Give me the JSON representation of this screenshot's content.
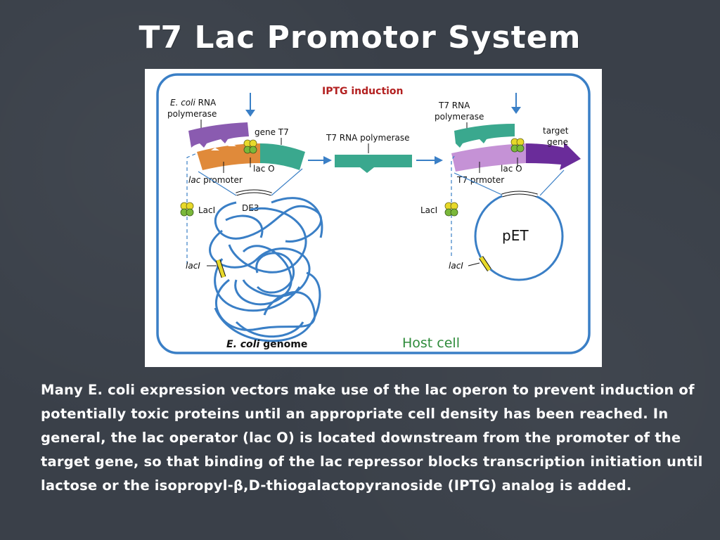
{
  "slide": {
    "title": "T7 Lac Promotor System",
    "caption": "Many E. coli expression vectors make use of the lac operon to prevent induction of potentially toxic proteins until an appropriate cell density has been reached. In general, the lac operator (lac O) is located downstream from the promoter of the target gene, so that binding of the lac repressor blocks transcription initiation until lactose or the isopropyl-β,D-thiogalactopyranoside (IPTG) analog is added."
  },
  "diagram": {
    "iptg_induction": "IPTG induction",
    "ecoli_rna_pol_1": "E. coli",
    "ecoli_rna_pol_2": " RNA",
    "ecoli_rna_pol_3": "polymerase",
    "gene_t7": "gene T7",
    "lac_o_left": "lac O",
    "lac_promoter_1": "lac",
    "lac_promoter_2": " promoter",
    "de3": "DE3",
    "laci_left": "LacI",
    "laci_gene_left": "lacI",
    "ecoli_genome_1": "E. coli",
    "ecoli_genome_2": "  genome",
    "t7_rna_polymerase_mid": "T7 RNA polymerase",
    "t7_rna_pol_right_1": "T7 RNA",
    "t7_rna_pol_right_2": "polymerase",
    "target_gene_1": "target",
    "target_gene_2": "gene",
    "lac_o_right": "lac O",
    "t7_promoter": "T7 prmoter",
    "laci_right": "LacI",
    "pet": "pET",
    "laci_gene_right": "lacI",
    "host_cell": "Host cell",
    "colors": {
      "cell_border": "#3a7fc6",
      "iptg_red": "#b32020",
      "host_green": "#2e8b3a",
      "ecoli_pol_purple": "#8a5bb0",
      "lac_promoter_orange": "#e08a3a",
      "gene_t7_teal": "#3aa88e",
      "t7_promoter_lilac": "#c592d6",
      "target_gene_purple": "#6a2c9a",
      "repressor_yellow": "#e8d92a",
      "repressor_green": "#7ab83a",
      "genome_blue": "#3a7fc6",
      "arrow_blue": "#3a7fc6"
    }
  }
}
